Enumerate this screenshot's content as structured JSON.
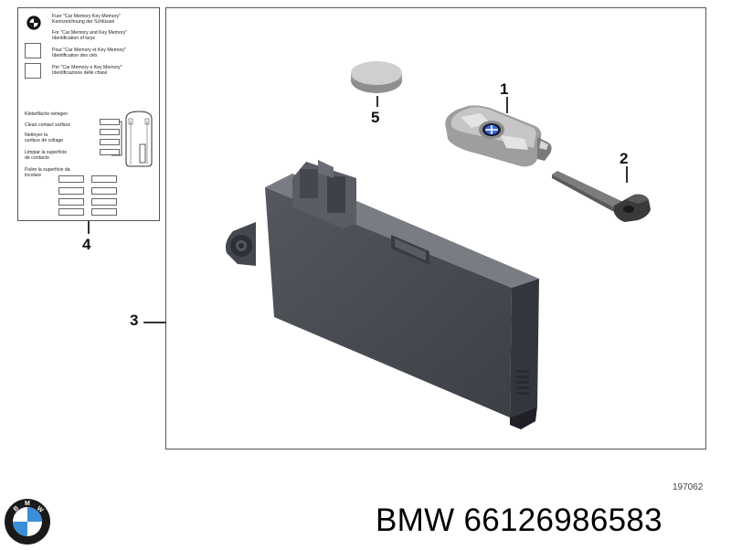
{
  "diagram": {
    "label_sheet": {
      "entries": [
        {
          "line1": "Fuer \"Car Memory  Key Memory\"",
          "line2": "Kennzeichnung der Schlüssel"
        },
        {
          "line1": "For \"Car Memory and Key Memory\"",
          "line2": "Identification of keys"
        },
        {
          "line1": "Pour \"Car Memory et Key Memory\"",
          "line2": "Identification des clés"
        },
        {
          "line1": "Per \"Car Memory e Key Memory\"",
          "line2": "Identificazione delle chiavi"
        }
      ],
      "clean_instructions": [
        "Klebefläche reinigen",
        "Clean contact surface",
        "Nettoyer la\nsurface de collage",
        "Limpiar la superficie\nde contacto",
        "Pulire la superficie da\nincolare"
      ]
    },
    "callouts": [
      {
        "id": "1",
        "part": "smart-key"
      },
      {
        "id": "2",
        "part": "emergency-key-blade"
      },
      {
        "id": "3",
        "part": "control-module"
      },
      {
        "id": "4",
        "part": "label-sheet"
      },
      {
        "id": "5",
        "part": "coin-battery"
      }
    ],
    "drawing_number": "197062"
  },
  "footer": {
    "brand": "BMW",
    "part_number_text": "BMW 66126986583"
  },
  "colors": {
    "frame": "#555555",
    "module": "#4a4c55",
    "module_top": "#6b6d75",
    "key_body": "#a8a8a8",
    "logo_blue": "#3a8fd8"
  }
}
